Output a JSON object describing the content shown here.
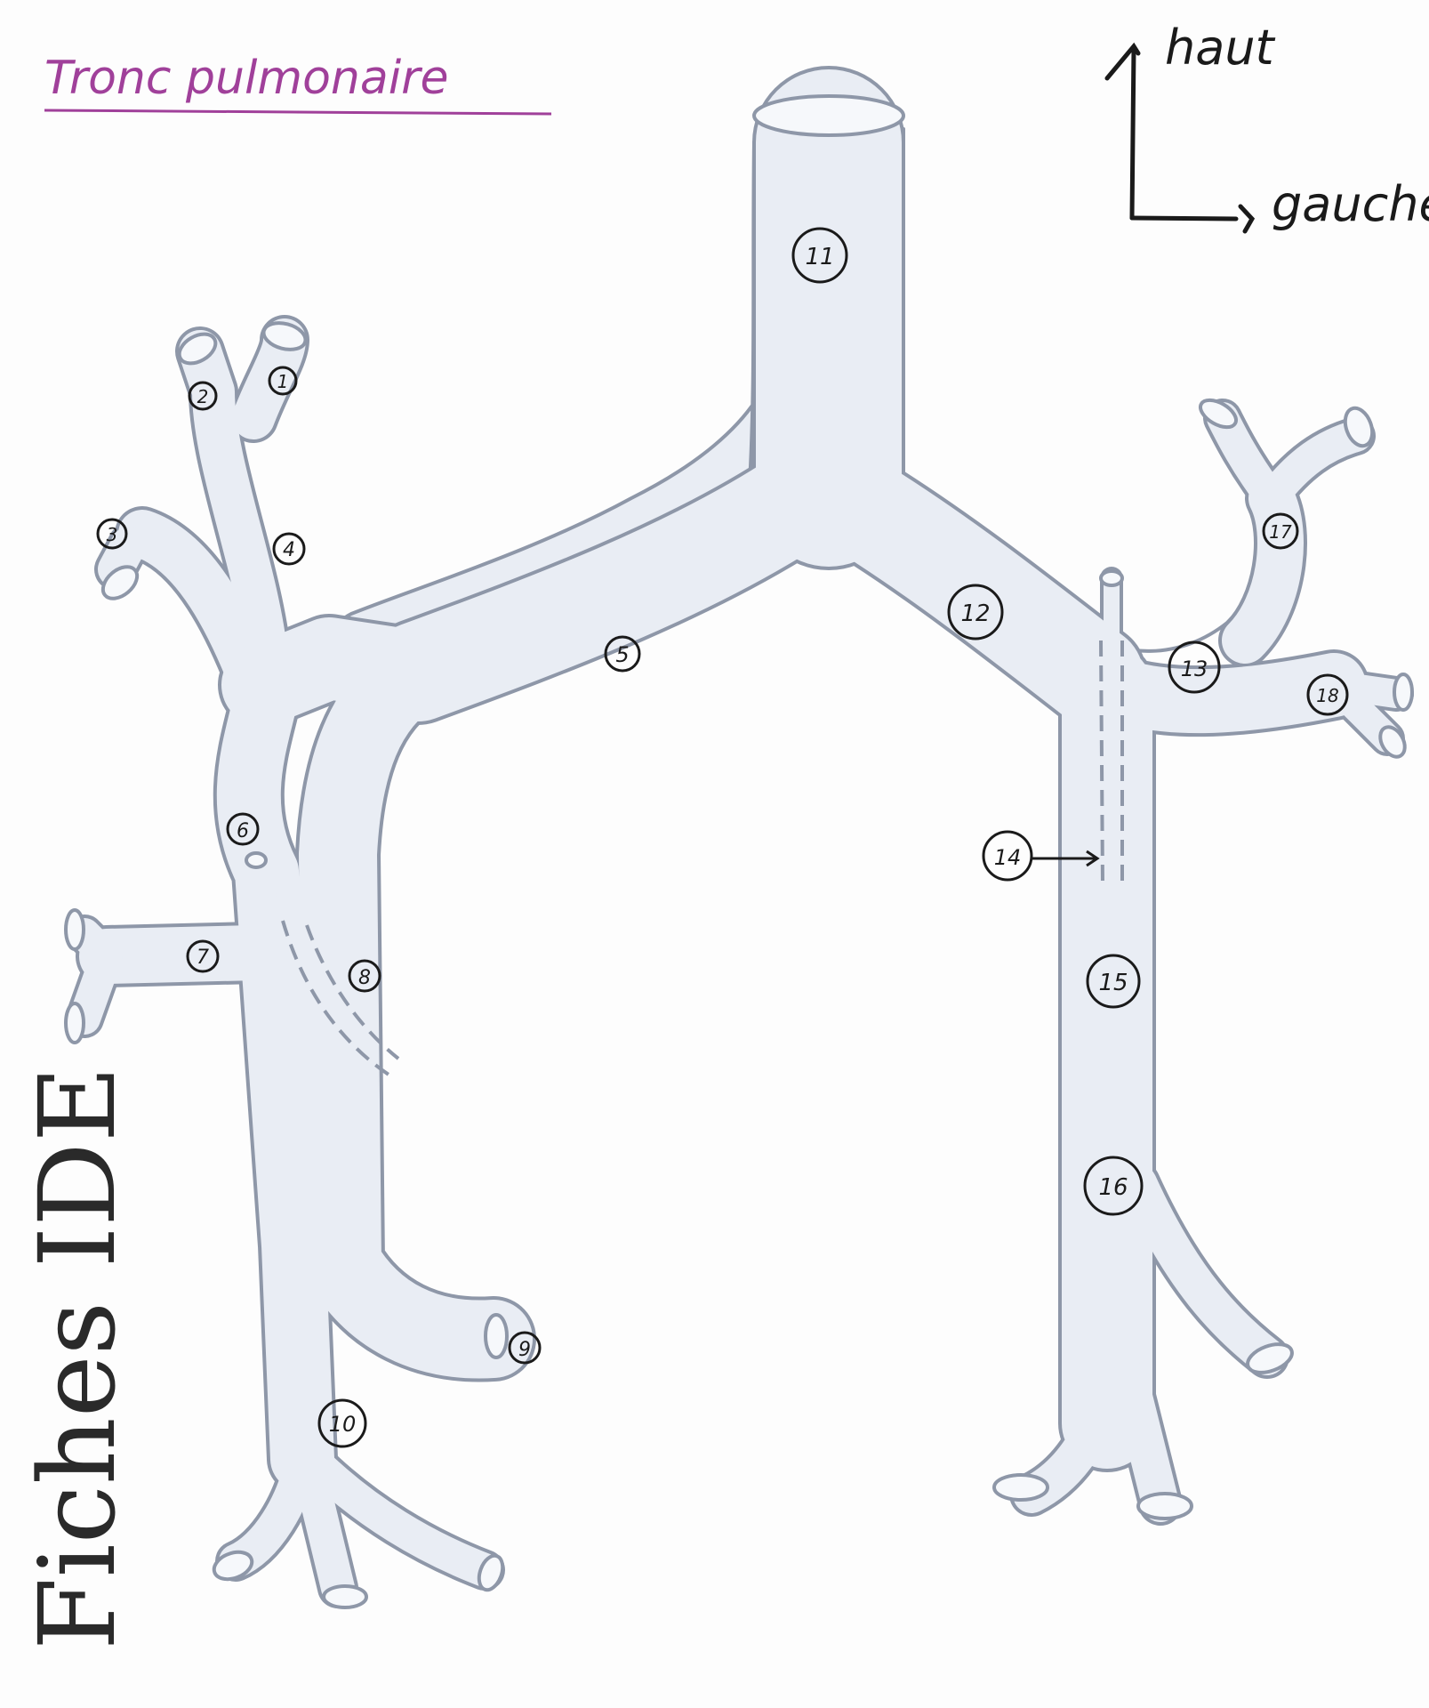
{
  "title": "Tronc pulmonaire",
  "orientation": {
    "up": "haut",
    "left": "gauche"
  },
  "watermark": "Fiches IDE",
  "labels": [
    "1",
    "2",
    "3",
    "4",
    "5",
    "6",
    "7",
    "8",
    "9",
    "10",
    "11",
    "12",
    "13",
    "14",
    "15",
    "16",
    "17",
    "18"
  ],
  "colors": {
    "vessel_fill": "#e9edf4",
    "vessel_stroke": "#8e97a8",
    "title": "#a0409a",
    "ink": "#1a1a1a"
  }
}
